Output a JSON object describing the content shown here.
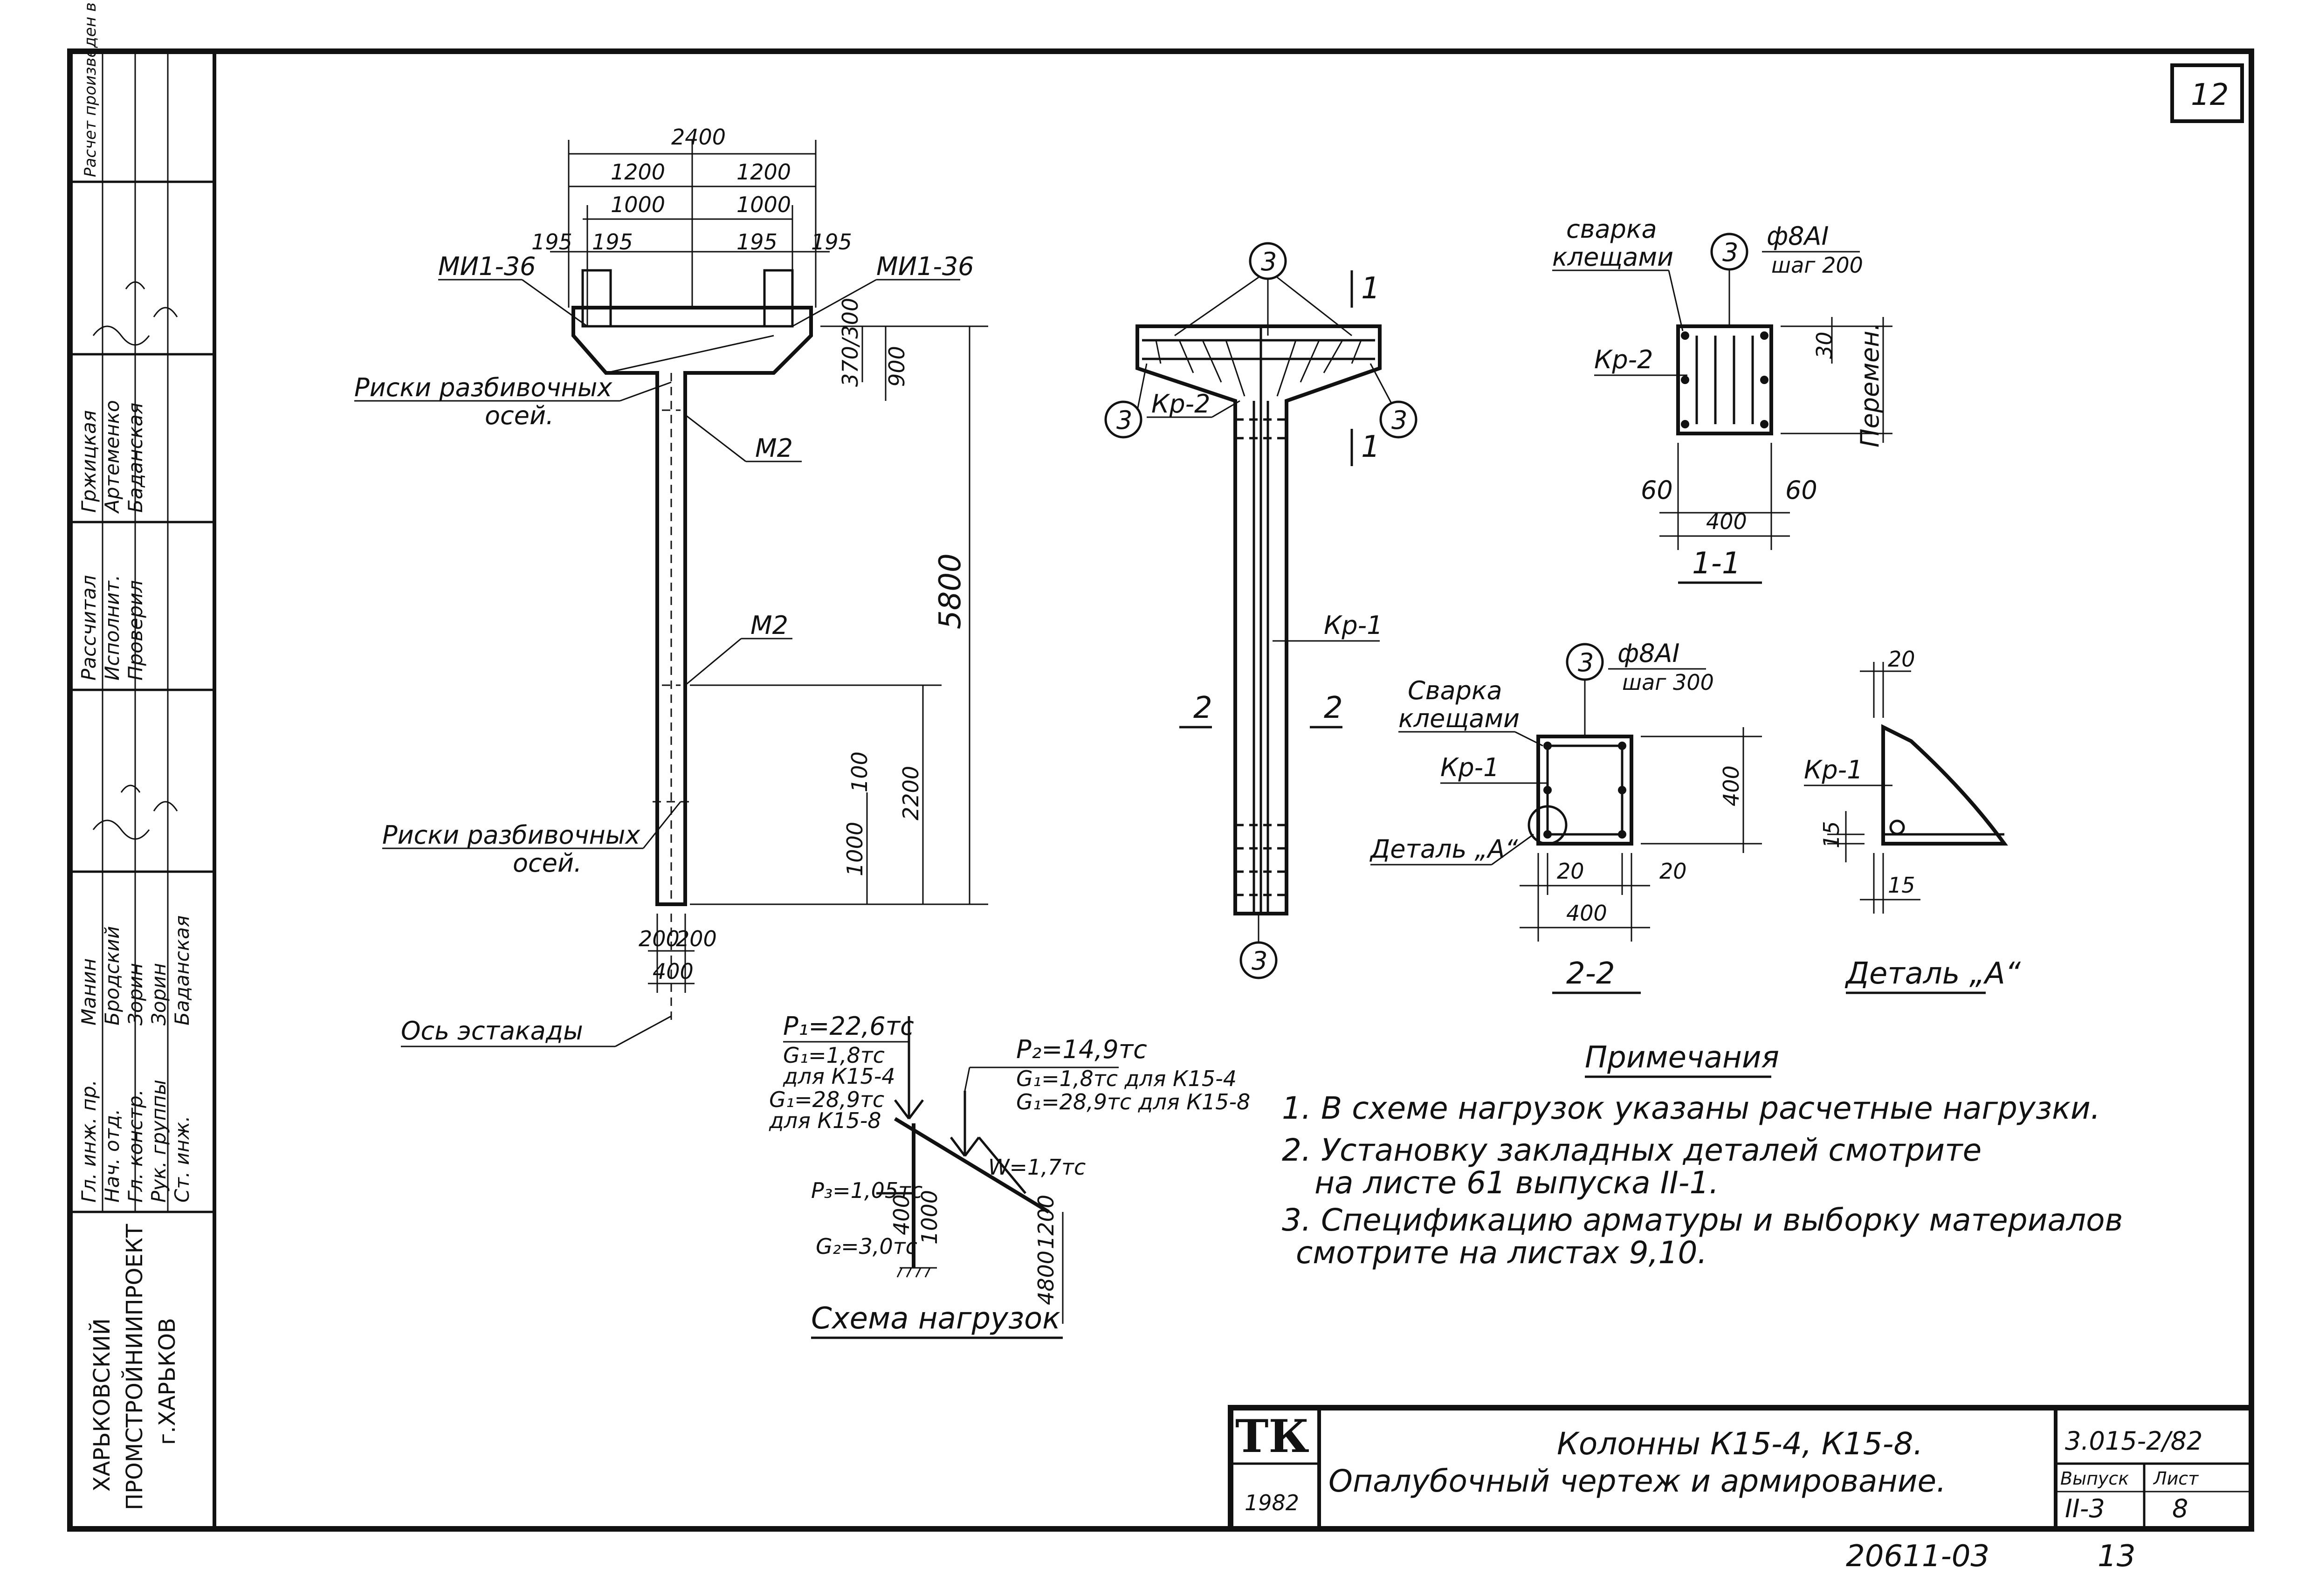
{
  "sheet_number": "12",
  "stamp_left": {
    "org_lines": [
      "ХАРЬКОВСКИЙ",
      "ПРОМСТРОЙНИИПРОЕКТ",
      "г.ХАРЬКОВ"
    ],
    "roles": [
      "Гл. инж. пр.",
      "Нач. отд.",
      "Гл. констр.",
      "Рук. группы",
      "Ст. инж."
    ],
    "names": [
      "Манин",
      "Бродский",
      "Зорин",
      "Зорин",
      "Баданская"
    ],
    "middle_roles": [
      "Рассчитал",
      "Исполнит.",
      "Проверил"
    ],
    "middle_names": [
      "Гржицкая",
      "Артеменко",
      "Баданская"
    ],
    "calc_note": "Расчет произведен в ОМИТРе по программе КАС"
  },
  "elevation": {
    "dim_total": "2400",
    "dim_half_left": "1200",
    "dim_half_right": "1200",
    "dim_inner_left": "1000",
    "dim_inner_right": "1000",
    "dim_edge_195_a": "195",
    "dim_edge_195_b": "195",
    "dim_edge_195_c": "195",
    "dim_edge_195_d": "195",
    "label_mi_left": "МИ1-36",
    "label_mi_right": "МИ1-36",
    "label_marks_top_1": "Риски разбивочных",
    "label_marks_top_2": "осей.",
    "label_m2_top": "М2",
    "label_m2_mid": "М2",
    "label_marks_bot_1": "Риски разбивочных",
    "label_marks_bot_2": "осей.",
    "label_axis": "Ось эстакады",
    "dim_370_300": "370/300",
    "dim_900": "900",
    "dim_5800": "5800",
    "dim_100": "100",
    "dim_1000": "1000",
    "dim_2200": "2200",
    "dim_200_left": "200",
    "dim_200_right": "200",
    "dim_400": "400"
  },
  "rebar_view": {
    "callout_3": "3",
    "label_kr2": "Кр-2",
    "label_kr1": "Кр-1",
    "section_1_top": "1",
    "section_1_bot": "1",
    "section_2_left": "2",
    "section_2_right": "2"
  },
  "section_1_1": {
    "label_welding_1": "сварка",
    "label_welding_2": "клещами",
    "callout": "3",
    "bar_spec": "ф8АI",
    "bar_step": "шаг 200",
    "label_kr2": "Кр-2",
    "dim_30": "30",
    "dim_variable": "Перемен.",
    "dim_60_left": "60",
    "dim_60_right": "60",
    "dim_400": "400",
    "title": "1-1"
  },
  "section_2_2": {
    "label_welding_1": "Сварка",
    "label_welding_2": "клещами",
    "callout": "3",
    "bar_spec": "ф8АI",
    "bar_step": "шаг 300",
    "label_kr1": "Кр-1",
    "dim_400_v": "400",
    "label_detail": "Деталь „А“",
    "dim_20_left": "20",
    "dim_20_right": "20",
    "dim_400_h": "400",
    "title": "2-2"
  },
  "detail_a": {
    "dim_20": "20",
    "label_kr1": "Кр-1",
    "dim_15_left": "15",
    "dim_15_right": "15",
    "title": "Деталь „А“"
  },
  "load_scheme": {
    "p1": "P₁=22,6тс",
    "g1_a": "G₁=1,8тс",
    "g1_a_for": "для К15-4",
    "g1_b": "G₁=28,9тс",
    "g1_b_for": "для К15-8",
    "p2": "P₂=14,9тс",
    "g1_c": "G₁=1,8тс для К15-4",
    "g1_d": "G₁=28,9тс для К15-8",
    "p3": "P₃=1,05тс",
    "w": "W=1,7тс",
    "g2": "G₂=3,0тс",
    "dim_400": "400",
    "dim_1000": "1000",
    "dim_1200": "1200",
    "dim_4800": "4800",
    "title": "Схема нагрузок"
  },
  "notes": {
    "heading": "Примечания",
    "items": [
      "1. В схеме нагрузок указаны расчетные нагрузки.",
      "2. Установку закладных деталей смотрите",
      "на листе 61   выпуска II-1.",
      "3. Спецификацию арматуры и выборку материалов",
      "смотрите на листах 9,10."
    ]
  },
  "title_block": {
    "logo": "ТК",
    "year": "1982",
    "title_line1": "Колонны К15-4, К15-8.",
    "title_line2": "Опалубочный чертеж и армирование.",
    "code": "3.015-2/82",
    "issue_label": "Выпуск",
    "issue_value": "II-3",
    "sheet_label": "Лист",
    "sheet_value": "8"
  },
  "archive_number": "20611-03",
  "archive_page": "13"
}
